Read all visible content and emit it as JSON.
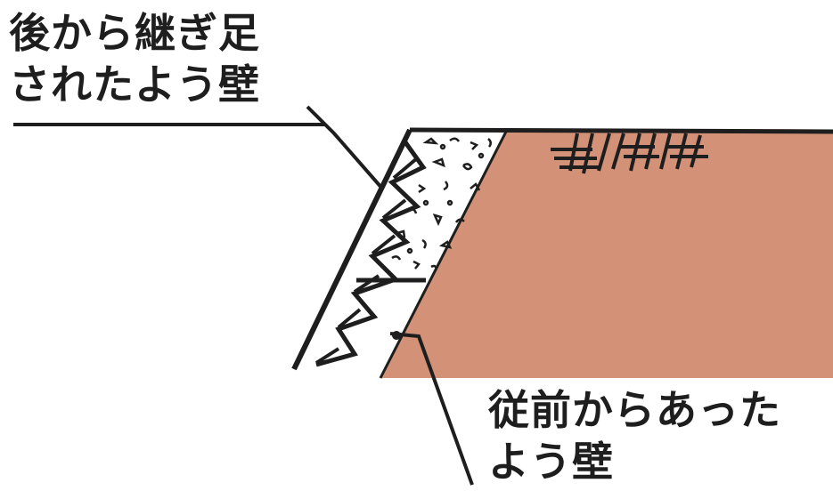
{
  "labels": {
    "later_wall": [
      "後から継ぎ足",
      "されたよう壁"
    ],
    "original_wall": [
      "従前からあった",
      "よう壁"
    ]
  },
  "colors": {
    "soil_fill": "#d39278",
    "soil_edge": "#c8826a",
    "ink": "#1e1e1e",
    "background": "#ffffff"
  },
  "elements": {
    "grass_symbol": "grass-hatch-icon",
    "rubble_backfill": "gravel-backfill",
    "rebar_triangles": "zigzag-wall-reinforcement"
  }
}
